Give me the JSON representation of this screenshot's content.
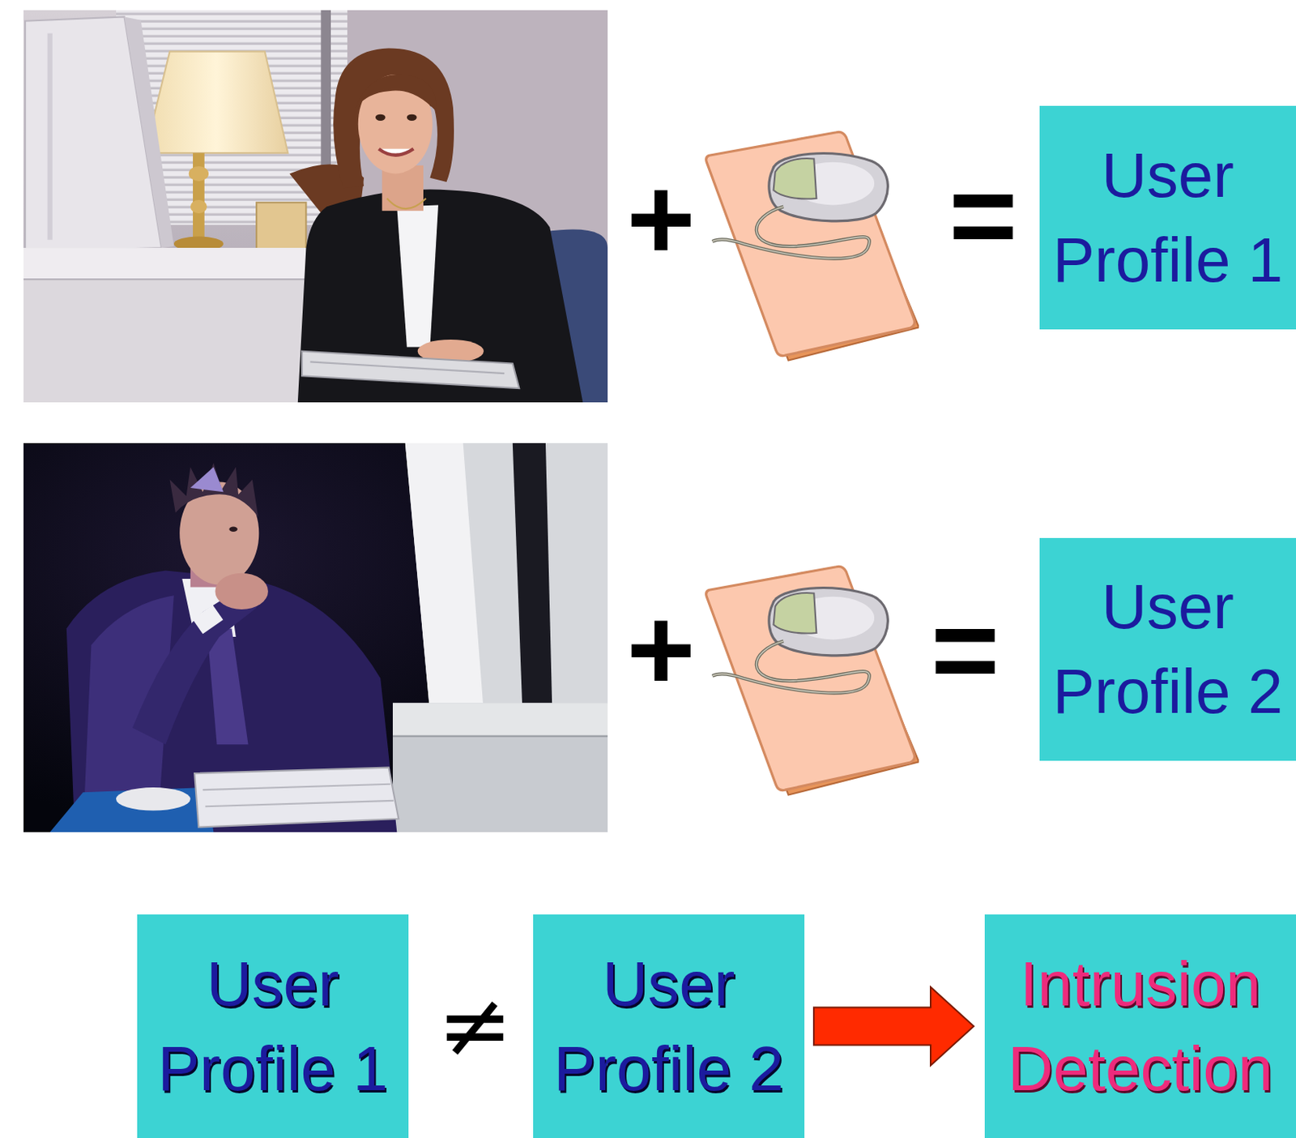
{
  "diagram": {
    "nodes": [
      {
        "text": [
          "User Profile 1"
        ]
      },
      {
        "text": [
          "User Profile 2"
        ]
      },
      {
        "text": [
          "User Profile 1"
        ]
      },
      {
        "text": [
          "User Profile 2"
        ]
      },
      {
        "text": [
          "Intrusion Detection"
        ]
      }
    ],
    "edges": [
      {
        "from": 3,
        "to": 4,
        "arrow": "to"
      }
    ],
    "labels": [
      "+",
      "=",
      "+",
      "=",
      "≠"
    ]
  }
}
